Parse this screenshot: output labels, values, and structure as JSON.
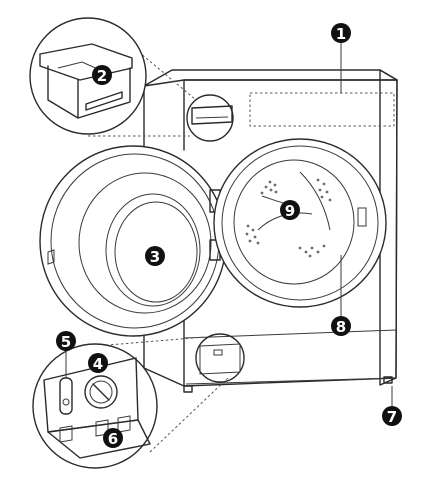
{
  "callouts": [
    {
      "label": "1",
      "part": "control-panel"
    },
    {
      "label": "2",
      "part": "detergent-drawer"
    },
    {
      "label": "3",
      "part": "door"
    },
    {
      "label": "4",
      "part": "drain-pump-filter"
    },
    {
      "label": "5",
      "part": "drain-hose"
    },
    {
      "label": "6",
      "part": "service-cover"
    },
    {
      "label": "7",
      "part": "leveling-feet"
    },
    {
      "label": "8",
      "part": "door-seal"
    },
    {
      "label": "9",
      "part": "drum"
    }
  ],
  "colors": {
    "line": "#2b2b2b",
    "badge": "#111111",
    "badge_text": "#ffffff"
  }
}
